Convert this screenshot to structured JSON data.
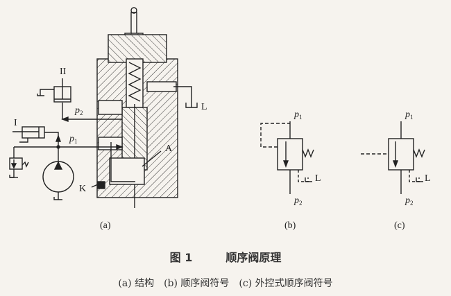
{
  "figure": {
    "number": "图 1",
    "title": "顺序阀原理",
    "caption": "(a) 结构　(b) 顺序阀符号　(c) 外控式顺序阀符号"
  },
  "diagram_a": {
    "panel_label": "(a)",
    "labels": {
      "cylinder_2": "II",
      "cylinder_1": "I",
      "p2": "p",
      "p2_sub": "2",
      "p1": "p",
      "p1_sub": "1",
      "drain": "L",
      "point_a": "A",
      "point_k": "K"
    }
  },
  "diagram_b": {
    "panel_label": "(b)",
    "labels": {
      "p1": "p",
      "p1_sub": "1",
      "p2": "p",
      "p2_sub": "2",
      "drain": "L"
    }
  },
  "diagram_c": {
    "panel_label": "(c)",
    "labels": {
      "p1": "p",
      "p1_sub": "1",
      "p2": "p",
      "p2_sub": "2",
      "drain": "L"
    }
  },
  "colors": {
    "ink": "#222222",
    "paper": "#f6f3ee"
  }
}
